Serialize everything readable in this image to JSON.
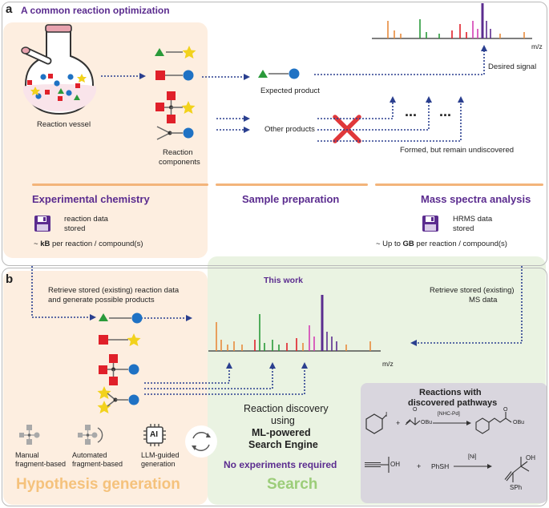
{
  "panel_a": {
    "letter": "a",
    "title": "A common reaction optimization",
    "vessel_label": "Reaction vessel",
    "components_label": "Reaction\ncomponents",
    "expected_product": "Expected product",
    "other_products": "Other products",
    "desired_signal": "Desired signal",
    "undiscovered": "Formed, but remain undiscovered",
    "ellipsis": "...",
    "mz": "m/z",
    "headers": {
      "experimental": "Experimental chemistry",
      "sample": "Sample preparation",
      "mass": "Mass spectra analysis"
    },
    "reaction_data_line1": "reaction data",
    "reaction_data_line2": "stored",
    "size_left_prefix": "~ ",
    "size_left_bold": "kB",
    "size_left_suffix": " per reaction / compound(s)",
    "hrms_line1": "HRMS data",
    "hrms_line2": "stored",
    "size_right_prefix": "~ Up to ",
    "size_right_bold": "GB",
    "size_right_suffix": " per reaction / compound(s)"
  },
  "panel_b": {
    "letter": "b",
    "retrieve_left_1": "Retrieve stored (existing) reaction data",
    "retrieve_left_2": "and generate possible products",
    "this_work": "This work",
    "retrieve_right_1": "Retrieve stored (existing)",
    "retrieve_right_2": "MS data",
    "mz": "m/z",
    "discovery_1": "Reaction discovery",
    "discovery_2": "using",
    "discovery_3": "ML-powered",
    "discovery_4": "Search Engine",
    "no_experiments": "No experiments required",
    "methods": [
      "Manual\nfragment-based",
      "Automated\nfragment-based",
      "LLM-guided\ngeneration"
    ],
    "ai_label": "AI",
    "hypothesis": "Hypothesis generation",
    "search": "Search",
    "reactions_title_1": "Reactions with",
    "reactions_title_2": "discovered pathways",
    "reaction1": {
      "reagent_I": "I",
      "ester": "OBu",
      "catalyst": "[NHC-Pd]",
      "product_O": "O",
      "reagent_O": "O"
    },
    "reaction2": {
      "alcohol": "OH",
      "thiol": "PhSH",
      "catalyst": "[Ni]",
      "product_OH": "OH",
      "product_SPh": "SPh",
      "plus": "+"
    }
  },
  "colors": {
    "purple": "#5b2c8f",
    "orange_bg": "#fdeee0",
    "green_bg": "#eaf3e2",
    "gray_box": "#d9d6de",
    "arrow_blue": "#2a3f8f",
    "red_cross": "#e0383a",
    "hypothesis": "#f5c27c",
    "search": "#9ccd79"
  }
}
